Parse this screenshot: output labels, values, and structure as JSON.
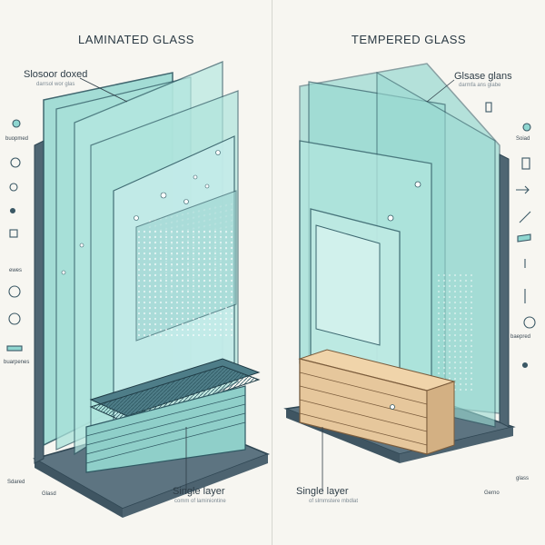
{
  "left_panel": {
    "title": "LAMINATED GLASS",
    "callout_label": "Slosoor doxed",
    "callout_sublabel": "darrsol wor glas",
    "side_labels": [
      "buopmed",
      "ewes",
      "buarpenes"
    ],
    "bottom_label": "Single layer",
    "bottom_sublabel": "comm of laminiontine",
    "footer_left": "Sdared",
    "footer_right": "Glasd"
  },
  "right_panel": {
    "title": "TEMPERED GLASS",
    "callout_label": "Glsase glans",
    "callout_sublabel": "darmfa ans glabe",
    "side_labels": [
      "Soiad",
      "baepred"
    ],
    "bottom_label": "Single layer",
    "bottom_sublabel": "of slmmstere mbdlat",
    "footer_center": "Gerno",
    "footer_right": "glass"
  },
  "colors": {
    "glass": "#8fd6d0",
    "glass_edge": "#2f5963",
    "frame": "#4f6673",
    "wood": "#e6c79c",
    "background": "#f7f6f1"
  }
}
